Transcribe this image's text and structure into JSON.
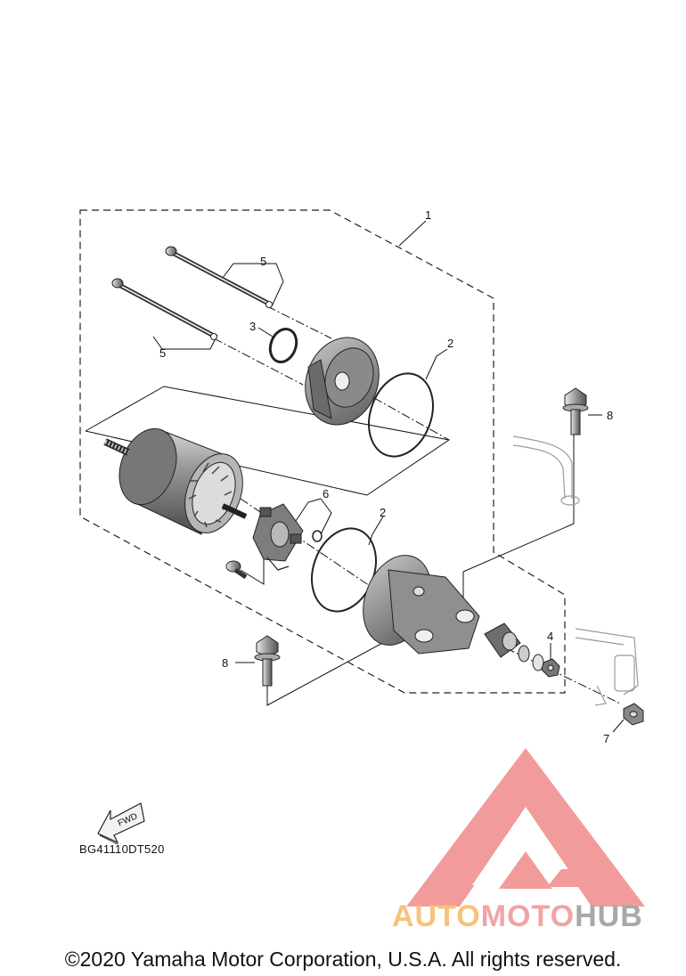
{
  "diagram": {
    "callouts": [
      {
        "id": "c1",
        "number": "1"
      },
      {
        "id": "c2a",
        "number": "2"
      },
      {
        "id": "c2b",
        "number": "2"
      },
      {
        "id": "c3",
        "number": "3"
      },
      {
        "id": "c4",
        "number": "4"
      },
      {
        "id": "c5a",
        "number": "5"
      },
      {
        "id": "c5b",
        "number": "5"
      },
      {
        "id": "c6",
        "number": "6"
      },
      {
        "id": "c7",
        "number": "7"
      },
      {
        "id": "c8a",
        "number": "8"
      },
      {
        "id": "c8b",
        "number": "8"
      }
    ],
    "fwd_label": "FWD",
    "diagram_code": "BG41110DT520"
  },
  "watermark": {
    "part1": "AUTO",
    "part2": "MOTO",
    "part3": "HUB",
    "colors": {
      "part1": "#f7c27a",
      "part2": "#f2a3a3",
      "part3": "#a8a8a8",
      "logo": "#f08a8a"
    }
  },
  "footer": {
    "copyright": "©2020 Yamaha Motor Corporation, U.S.A. All rights reserved."
  }
}
